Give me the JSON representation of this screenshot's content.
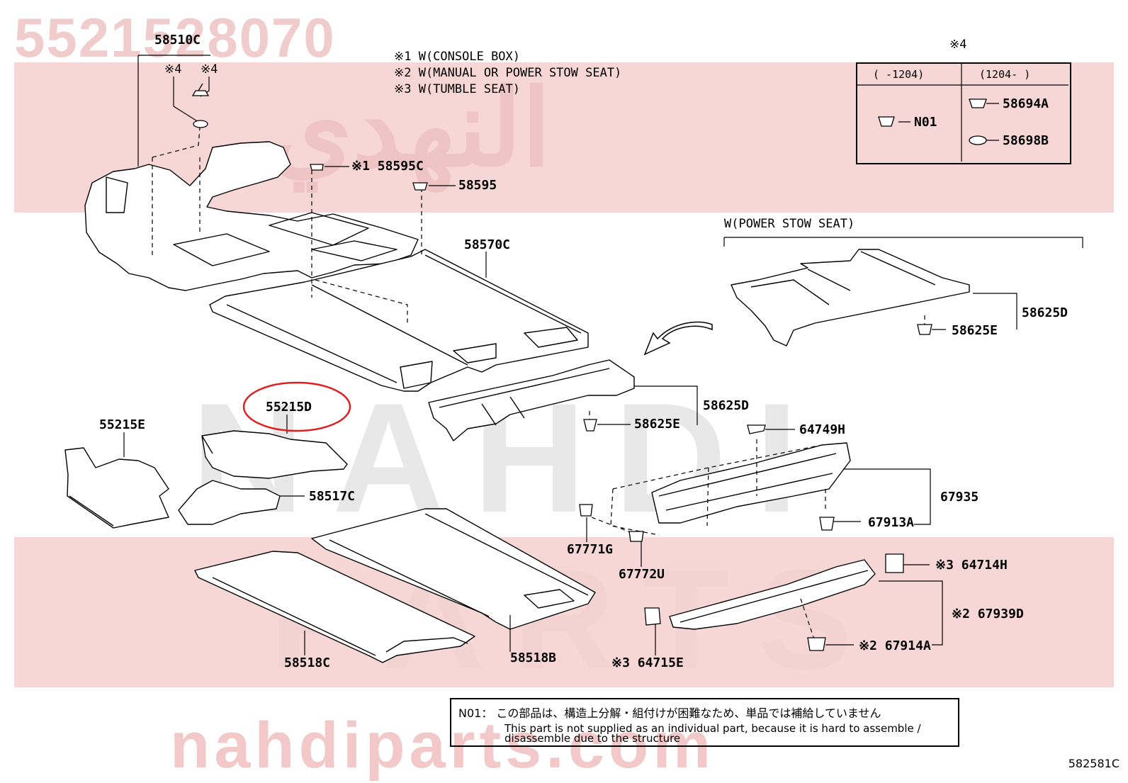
{
  "watermark": {
    "part_number": "5521528070",
    "site": "nahdiparts.com",
    "arabic": "النهدي",
    "word1": "NAHDI",
    "word2": "PARTS"
  },
  "notes": {
    "n1": "※1 W(CONSOLE BOX)",
    "n2": "※2 W(MANUAL OR POWER STOW SEAT)",
    "n3": "※3 W(TUMBLE SEAT)"
  },
  "legend": {
    "mark": "※4",
    "col1": "(    -1204)",
    "col2": "(1204-    )",
    "n01": "N01",
    "p1": "58694A",
    "p2": "58698B"
  },
  "power_stow_label": "W(POWER STOW SEAT)",
  "parts": {
    "p58510C": "58510C",
    "mark4a": "※4",
    "mark4b": "※4",
    "p58595C": "※1 58595C",
    "p58595": "58595",
    "p58570C": "58570C",
    "p58625D_a": "58625D",
    "p58625E_a": "58625E",
    "p58625D_b": "58625D",
    "p58625E_b": "58625E",
    "p55215D": "55215D",
    "p55215E": "55215E",
    "p58517C": "58517C",
    "p64749H": "64749H",
    "p67935": "67935",
    "p67913A": "67913A",
    "p67771G": "67771G",
    "p67772U": "67772U",
    "p64714H": "※3 64714H",
    "p67939D": "※2 67939D",
    "p67914A": "※2 67914A",
    "p64715E": "※3 64715E",
    "p58518C": "58518C",
    "p58518B": "58518B"
  },
  "footer": {
    "jp": "N01： この部品は、構造上分解・組付けが困難なため、単品では補給していません",
    "en1": "This part is not supplied as an individual part, because it is hard to assemble /",
    "en2": "disassemble due to the structure"
  },
  "reference": "582581C",
  "colors": {
    "watermark_band": "#f7d6d6",
    "highlight_circle": "#e02020"
  }
}
